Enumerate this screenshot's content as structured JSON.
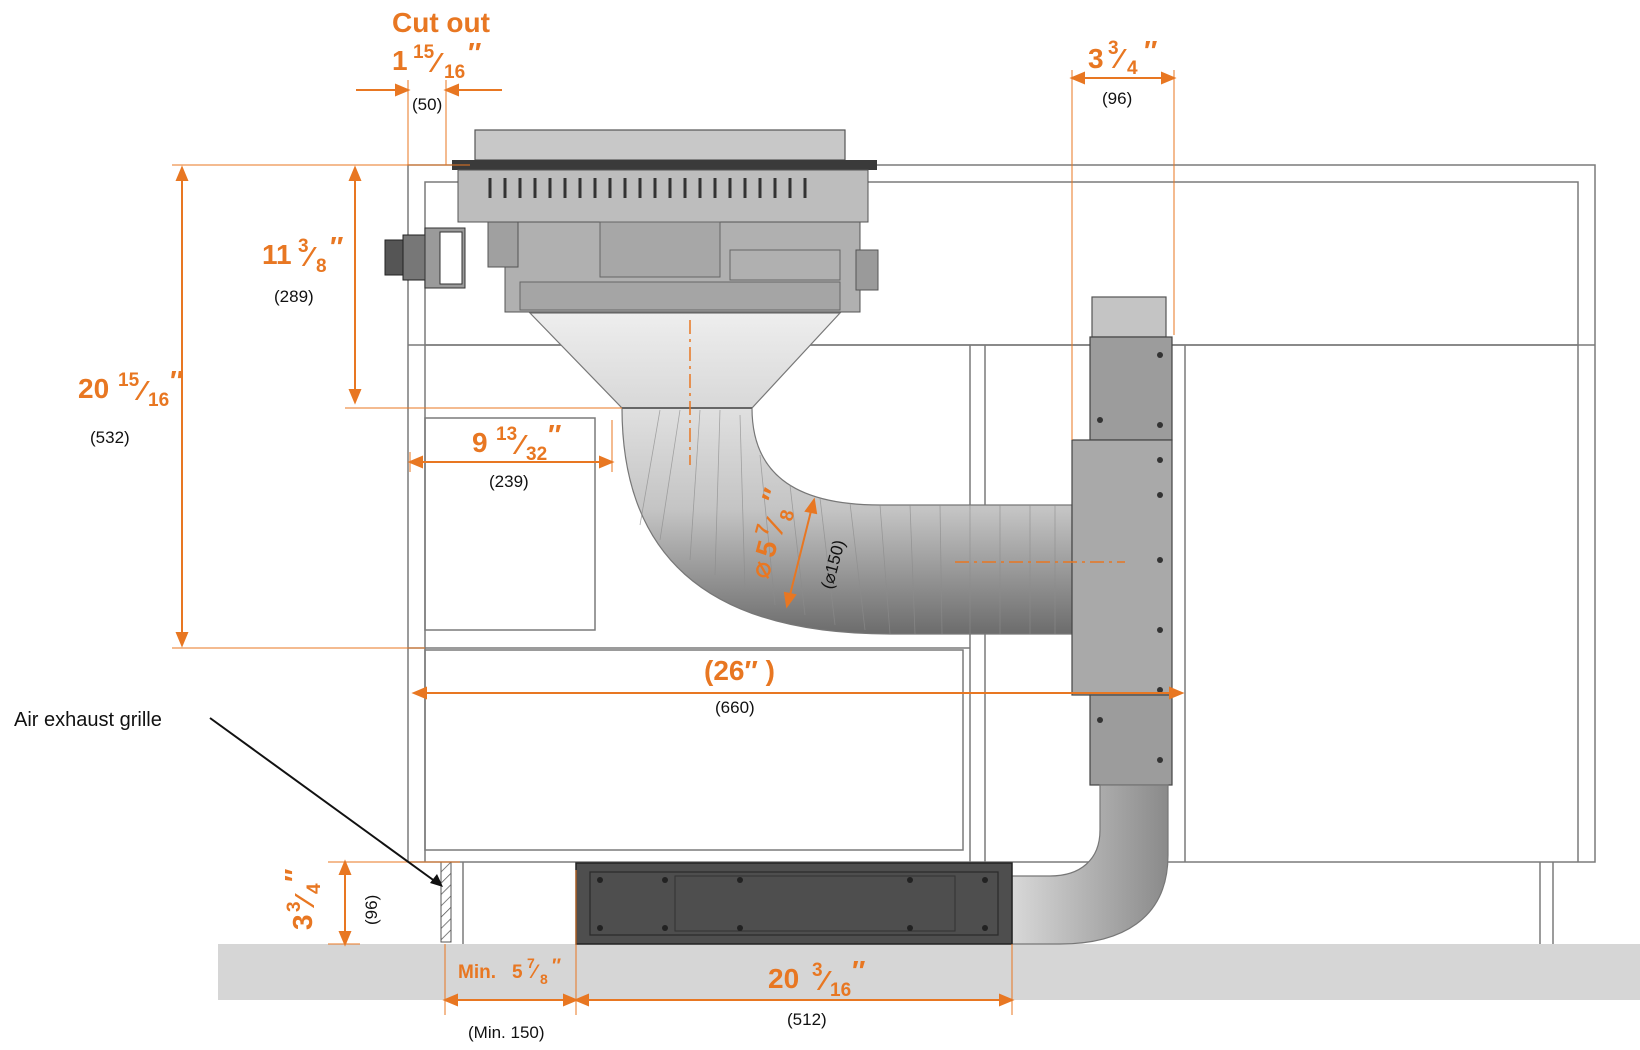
{
  "colors": {
    "accent": "#E87722",
    "outline": "#707070",
    "floor": "#D6D6D6",
    "metal": "#B4B4B4",
    "dark_box": "#4E4E4E",
    "text": "#111111"
  },
  "labels": {
    "cut_out": "Cut out",
    "air_exhaust_grille": "Air exhaust grille"
  },
  "dims": {
    "cutout": {
      "whole": "1",
      "num": "15",
      "den": "16",
      "unit": "″",
      "mm": "(50)"
    },
    "duct_offset": {
      "whole": "3",
      "num": "3",
      "den": "4",
      "unit": "″",
      "mm": "(96)"
    },
    "depth_289": {
      "whole": "11",
      "num": "3",
      "den": "8",
      "unit": "″",
      "mm": "(289)"
    },
    "height_532": {
      "whole": "20",
      "num": "15",
      "den": "16",
      "unit": "″",
      "mm": "(532)"
    },
    "width_239": {
      "whole": "9",
      "num": "13",
      "den": "32",
      "unit": "″",
      "mm": "(239)"
    },
    "diameter": {
      "symbol": "⌀",
      "whole": "5",
      "num": "7",
      "den": "8",
      "unit": "″",
      "mm": "(⌀150)"
    },
    "total_width": {
      "text": "(26″ )",
      "mm": "(660)"
    },
    "plinth_height": {
      "whole": "3",
      "num": "3",
      "den": "4",
      "unit": "″",
      "mm": "(96)"
    },
    "min_gap": {
      "prefix": "Min.",
      "whole": "5",
      "num": "7",
      "den": "8",
      "unit": "″",
      "mm": "(Min. 150)"
    },
    "box_length": {
      "whole": "20",
      "num": "3",
      "den": "16",
      "unit": "″",
      "mm": "(512)"
    }
  },
  "icons": [
    "arrow-head-icon",
    "leader-arrow-icon"
  ]
}
